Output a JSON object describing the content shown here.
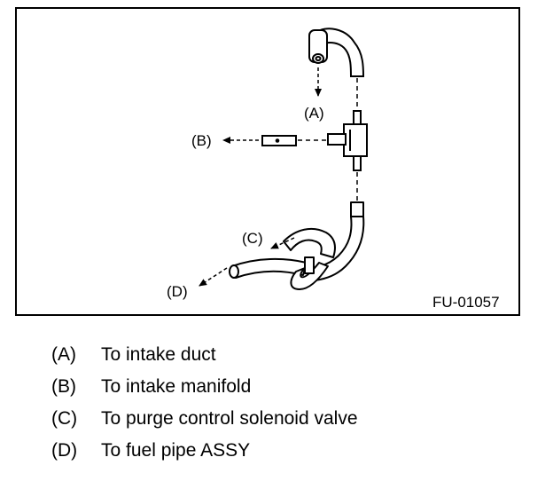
{
  "figure": {
    "figure_id": "FU-01057",
    "callouts": {
      "a": "(A)",
      "b": "(B)",
      "c": "(C)",
      "d": "(D)"
    }
  },
  "legend": [
    {
      "key": "(A)",
      "text": "To intake duct"
    },
    {
      "key": "(B)",
      "text": "To intake manifold"
    },
    {
      "key": "(C)",
      "text": "To purge control solenoid valve"
    },
    {
      "key": "(D)",
      "text": "To fuel pipe ASSY"
    }
  ]
}
